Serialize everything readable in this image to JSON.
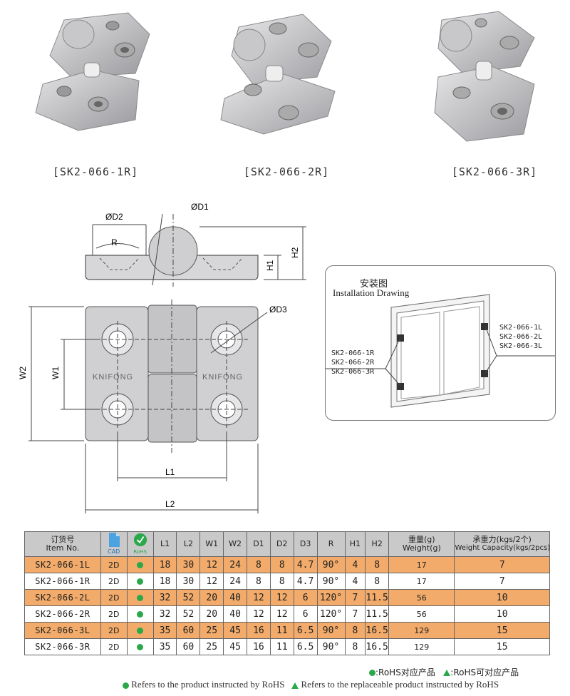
{
  "products": [
    {
      "caption": "[SK2-066-1R]"
    },
    {
      "caption": "[SK2-066-2R]"
    },
    {
      "caption": "[SK2-066-3R]"
    }
  ],
  "drawing": {
    "labels": {
      "d2": "ØD2",
      "d1": "ØD1",
      "r": "R",
      "h1": "H1",
      "h2": "H2",
      "d3": "ØD3",
      "w1": "W1",
      "w2": "W2",
      "l1": "L1",
      "l2": "L2",
      "brand": "KNIFONG"
    }
  },
  "installation": {
    "title_cn": "安装图",
    "title_en": "Installation Drawing",
    "left_models": [
      "SK2-066-1R",
      "SK2-066-2R",
      "SK2-066-3R"
    ],
    "right_models": [
      "SK2-066-1L",
      "SK2-066-2L",
      "SK2-066-3L"
    ]
  },
  "table": {
    "headers": {
      "item_cn": "订货号",
      "item_en": "Item No.",
      "cad": "CAD",
      "rohs": "RoHS",
      "l1": "L1",
      "l2": "L2",
      "w1": "W1",
      "w2": "W2",
      "d1": "D1",
      "d2": "D2",
      "d3": "D3",
      "r": "R",
      "h1": "H1",
      "h2": "H2",
      "weight_cn": "重量(g)",
      "weight_en": "Weight(g)",
      "cap_cn": "承重力(kgs/2个)",
      "cap_en": "Weight Capacity(kgs/2pcs)"
    },
    "rows": [
      {
        "item": "SK2-066-1L",
        "cad": "2D",
        "l1": "18",
        "l2": "30",
        "w1": "12",
        "w2": "24",
        "d1": "8",
        "d2": "8",
        "d3": "4.7",
        "r": "90°",
        "h1": "4",
        "h2": "8",
        "weight": "17",
        "cap": "7",
        "highlight": true
      },
      {
        "item": "SK2-066-1R",
        "cad": "2D",
        "l1": "18",
        "l2": "30",
        "w1": "12",
        "w2": "24",
        "d1": "8",
        "d2": "8",
        "d3": "4.7",
        "r": "90°",
        "h1": "4",
        "h2": "8",
        "weight": "17",
        "cap": "7",
        "highlight": false
      },
      {
        "item": "SK2-066-2L",
        "cad": "2D",
        "l1": "32",
        "l2": "52",
        "w1": "20",
        "w2": "40",
        "d1": "12",
        "d2": "12",
        "d3": "6",
        "r": "120°",
        "h1": "7",
        "h2": "11.5",
        "weight": "56",
        "cap": "10",
        "highlight": true
      },
      {
        "item": "SK2-066-2R",
        "cad": "2D",
        "l1": "32",
        "l2": "52",
        "w1": "20",
        "w2": "40",
        "d1": "12",
        "d2": "12",
        "d3": "6",
        "r": "120°",
        "h1": "7",
        "h2": "11.5",
        "weight": "56",
        "cap": "10",
        "highlight": false
      },
      {
        "item": "SK2-066-3L",
        "cad": "2D",
        "l1": "35",
        "l2": "60",
        "w1": "25",
        "w2": "45",
        "d1": "16",
        "d2": "11",
        "d3": "6.5",
        "r": "90°",
        "h1": "8",
        "h2": "16.5",
        "weight": "129",
        "cap": "15",
        "highlight": true
      },
      {
        "item": "SK2-066-3R",
        "cad": "2D",
        "l1": "35",
        "l2": "60",
        "w1": "25",
        "w2": "45",
        "d1": "16",
        "d2": "11",
        "d3": "6.5",
        "r": "90°",
        "h1": "8",
        "h2": "16.5",
        "weight": "129",
        "cap": "15",
        "highlight": false
      }
    ]
  },
  "legend": {
    "rohs_cn": ":RoHS对应产品",
    "rohs_able_cn": ":RoHS可对应产品",
    "rohs_en": "Refers to the product instructed by RoHS",
    "rohs_able_en": "Refers to the replaceable product instructed by RoHS"
  },
  "colors": {
    "highlight": "#f2ab6a",
    "header": "#c9c9c9",
    "rohs_green": "#2aa84a",
    "metal": "#b9b9bb"
  }
}
